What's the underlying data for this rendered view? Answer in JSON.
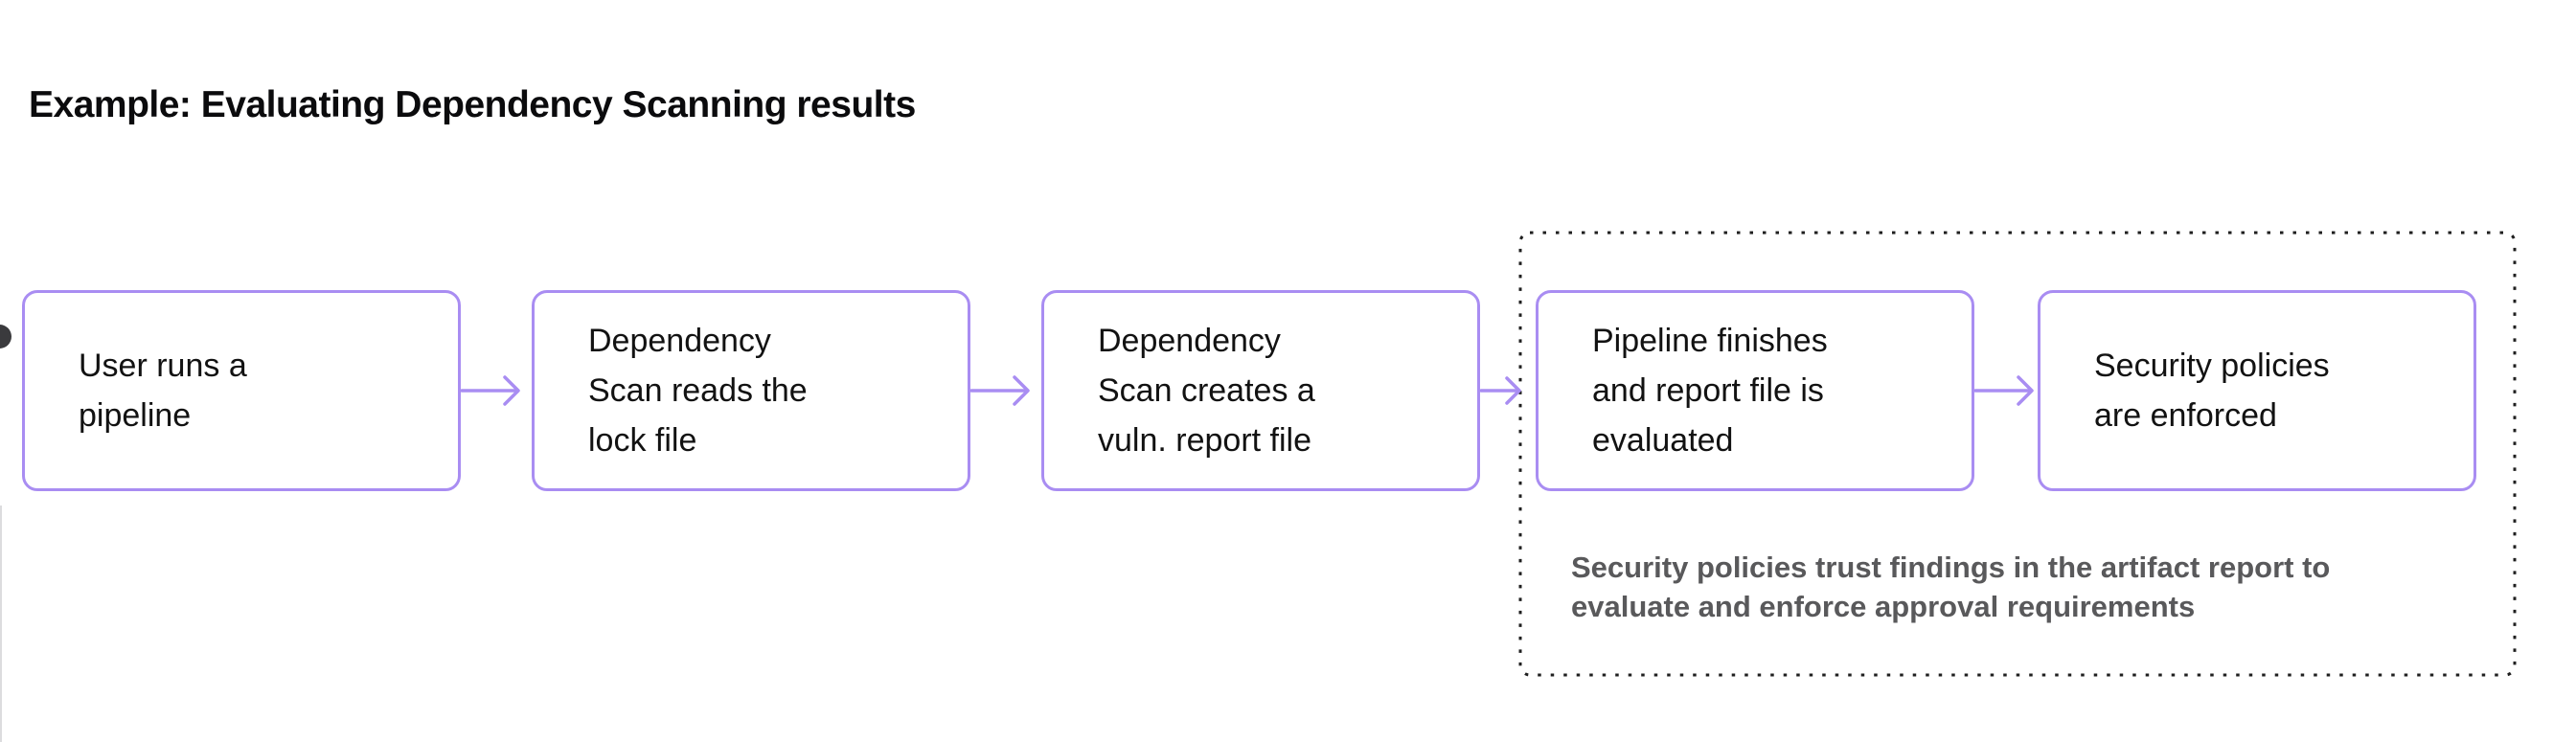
{
  "title": "Example: Evaluating Dependency Scanning results",
  "colors": {
    "background": "#ffffff",
    "box_border": "#a98df2",
    "arrow": "#a98df2",
    "box_text": "#121212",
    "title_text": "#0b0b0d",
    "note_text": "#59595b",
    "dotted_border": "#1f1f1f",
    "edge_dot": "#3a3a3d"
  },
  "flow": {
    "boxes": [
      {
        "label": "User runs a\npipeline"
      },
      {
        "label": "Dependency\nScan reads the\nlock file"
      },
      {
        "label": "Dependency\nScan creates a\nvuln. report file"
      },
      {
        "label": "Pipeline finishes\nand report file is\nevaluated"
      },
      {
        "label": "Security policies\nare enforced"
      }
    ],
    "policy_group_note": "Security policies trust findings in the artifact report to\nevaluate and enforce approval requirements"
  }
}
